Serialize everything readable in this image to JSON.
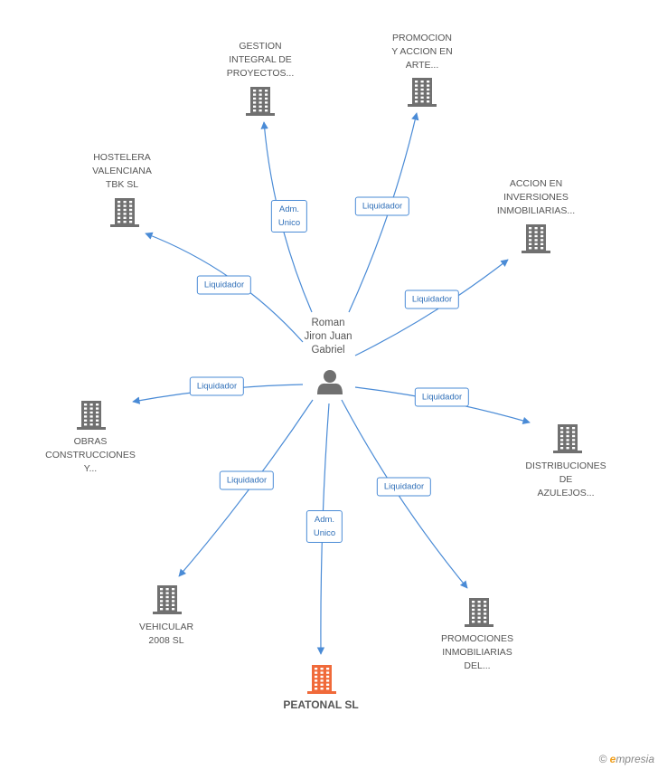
{
  "colors": {
    "edge": "#4a8bd6",
    "building": "#707070",
    "main_building": "#f06a3a",
    "person": "#707070"
  },
  "center": {
    "label": "Roman\nJiron Juan\nGabriel",
    "icon": "person-icon"
  },
  "nodes": [
    {
      "id": "gestion",
      "label": "GESTION\nINTEGRAL DE\nPROYECTOS...",
      "icon": "building-icon",
      "main": false
    },
    {
      "id": "promocion-accion",
      "label": "PROMOCION\nY ACCION EN\nARTE...",
      "icon": "building-icon",
      "main": false
    },
    {
      "id": "hostelera",
      "label": "HOSTELERA\nVALENCIANA\nTBK SL",
      "icon": "building-icon",
      "main": false
    },
    {
      "id": "accion-inversiones",
      "label": "ACCION EN\nINVERSIONES\nINMOBILIARIAS...",
      "icon": "building-icon",
      "main": false
    },
    {
      "id": "obras",
      "label": "OBRAS\nCONSTRUCCIONES\nY...",
      "icon": "building-icon",
      "main": false
    },
    {
      "id": "distribuciones",
      "label": "DISTRIBUCIONES\nDE\nAZULEJOS...",
      "icon": "building-icon",
      "main": false
    },
    {
      "id": "vehicular",
      "label": "VEHICULAR\n2008 SL",
      "icon": "building-icon",
      "main": false
    },
    {
      "id": "peatonal",
      "label": "PEATONAL SL",
      "icon": "building-icon",
      "main": true
    },
    {
      "id": "promociones-inmob",
      "label": "PROMOCIONES\nINMOBILIARIAS\nDEL...",
      "icon": "building-icon",
      "main": false
    }
  ],
  "edges": [
    {
      "to": "gestion",
      "label": "Adm.\nUnico"
    },
    {
      "to": "promocion-accion",
      "label": "Liquidador"
    },
    {
      "to": "hostelera",
      "label": "Liquidador"
    },
    {
      "to": "accion-inversiones",
      "label": "Liquidador"
    },
    {
      "to": "obras",
      "label": "Liquidador"
    },
    {
      "to": "distribuciones",
      "label": "Liquidador"
    },
    {
      "to": "vehicular",
      "label": "Liquidador"
    },
    {
      "to": "peatonal",
      "label": "Adm.\nUnico"
    },
    {
      "to": "promociones-inmob",
      "label": "Liquidador"
    }
  ],
  "footer": {
    "copyright": "©",
    "brand_initial": "e",
    "brand_rest": "mpresia"
  }
}
